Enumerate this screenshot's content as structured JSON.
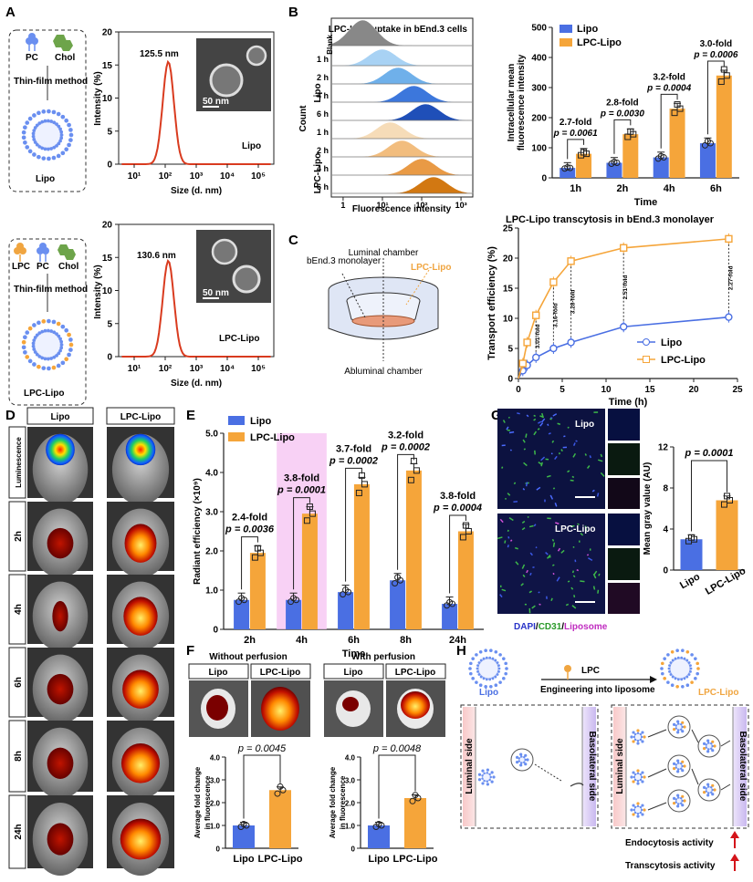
{
  "panels": {
    "A": "A",
    "B": "B",
    "C": "C",
    "D": "D",
    "E": "E",
    "F": "F",
    "G": "G",
    "H": "H"
  },
  "colors": {
    "lipo": "#4a6fe3",
    "lpc": "#f5a53a",
    "dls": "#d93b1f",
    "magenta": "#e58ce6"
  },
  "panel_a": {
    "top": {
      "components": [
        "PC",
        "Chol"
      ],
      "method": "Thin-film method",
      "label": "Lipo",
      "peak": "125.5 nm",
      "scale": "50 nm",
      "tag": "Lipo"
    },
    "bottom": {
      "components": [
        "LPC",
        "PC",
        "Chol"
      ],
      "method": "Thin-film method",
      "label": "LPC-Lipo",
      "peak": "130.6 nm",
      "scale": "50 nm",
      "tag": "LPC-Lipo"
    },
    "ylabel": "Intensity (%)",
    "xlabel": "Size (d. nm)",
    "yticks": [
      "0",
      "5",
      "10",
      "15",
      "20"
    ],
    "xticks": [
      "10¹",
      "10²",
      "10³",
      "10⁴",
      "10⁵"
    ]
  },
  "panel_b": {
    "title": "LPC-Lipo uptake in bEnd.3 cells",
    "ylabel": "Count",
    "xlabel": "Fluorescence intensity",
    "rows": [
      "Blank",
      "1 h",
      "2 h",
      "4 h",
      "6 h",
      "1 h",
      "2 h",
      "4 h",
      "6 h"
    ],
    "groups": [
      "Lipo",
      "LPC-Lipo"
    ],
    "xticks": [
      "1",
      "10¹",
      "10²",
      "10³"
    ]
  },
  "chart_data": [
    {
      "type": "bar",
      "title": "",
      "ylabel": "Intracellular mean fluorescence intensity",
      "xlabel": "Time",
      "categories": [
        "1h",
        "2h",
        "4h",
        "6h"
      ],
      "ylim": [
        0,
        500
      ],
      "yticks": [
        "0",
        "100",
        "200",
        "300",
        "400",
        "500"
      ],
      "series": [
        {
          "name": "Lipo",
          "values": [
            33,
            50,
            68,
            115
          ]
        },
        {
          "name": "LPC-Lipo",
          "values": [
            80,
            145,
            230,
            340
          ]
        }
      ],
      "annotations": [
        {
          "fold": "2.7-fold",
          "p": "p = 0.0061"
        },
        {
          "fold": "2.8-fold",
          "p": "p = 0.0030"
        },
        {
          "fold": "3.2-fold",
          "p": "p = 0.0004"
        },
        {
          "fold": "3.0-fold",
          "p": "p = 0.0006"
        }
      ]
    },
    {
      "type": "line",
      "title": "LPC-Lipo transcytosis in bEnd.3 monolayer",
      "ylabel": "Transport efficiency (%)",
      "xlabel": "Time (h)",
      "x": [
        0.5,
        1,
        2,
        4,
        6,
        12,
        24
      ],
      "xlim": [
        0,
        25
      ],
      "ylim": [
        0,
        25
      ],
      "xticks": [
        "0",
        "5",
        "10",
        "15",
        "20",
        "25"
      ],
      "yticks": [
        "0",
        "5",
        "10",
        "15",
        "20",
        "25"
      ],
      "series": [
        {
          "name": "Lipo",
          "values": [
            1.3,
            2.2,
            3.5,
            5.0,
            6.0,
            8.6,
            10.2
          ]
        },
        {
          "name": "LPC-Lipo",
          "values": [
            2.5,
            6.0,
            10.5,
            16.0,
            19.5,
            21.7,
            23.2
          ]
        }
      ],
      "fold_labels": [
        "3.01-fold",
        "3.16-fold",
        "3.28-fold",
        "2.51-fold",
        "2.27-fold"
      ]
    },
    {
      "type": "bar",
      "title": "",
      "ylabel": "Radiant efficiency (×10⁹)",
      "xlabel": "Time",
      "categories": [
        "2h",
        "4h",
        "6h",
        "8h",
        "24h"
      ],
      "ylim": [
        0,
        5
      ],
      "yticks": [
        "0",
        "1.0",
        "2.0",
        "3.0",
        "4.0",
        "5.0"
      ],
      "series": [
        {
          "name": "Lipo",
          "values": [
            0.75,
            0.75,
            0.95,
            1.25,
            0.65
          ]
        },
        {
          "name": "LPC-Lipo",
          "values": [
            1.95,
            2.95,
            3.7,
            4.05,
            2.5
          ]
        }
      ],
      "annotations": [
        {
          "fold": "2.4-fold",
          "p": "p = 0.0036"
        },
        {
          "fold": "3.8-fold",
          "p": "p = 0.0001"
        },
        {
          "fold": "3.7-fold",
          "p": "p = 0.0002"
        },
        {
          "fold": "3.2-fold",
          "p": "p = 0.0002"
        },
        {
          "fold": "3.8-fold",
          "p": "p = 0.0004"
        }
      ]
    },
    {
      "type": "bar",
      "title": "Without perfusion",
      "ylabel": "Average fold change in fluorescence",
      "xlabel": "",
      "categories": [
        "Lipo",
        "LPC-Lipo"
      ],
      "ylim": [
        0,
        4
      ],
      "yticks": [
        "0",
        "1.0",
        "2.0",
        "3.0",
        "4.0"
      ],
      "values": [
        1.0,
        2.55
      ],
      "p": "p = 0.0045"
    },
    {
      "type": "bar",
      "title": "With perfusion",
      "ylabel": "Average fold change in fluorescence",
      "xlabel": "",
      "categories": [
        "Lipo",
        "LPC-Lipo"
      ],
      "ylim": [
        0,
        4
      ],
      "yticks": [
        "0",
        "1.0",
        "2.0",
        "3.0",
        "4.0"
      ],
      "values": [
        1.0,
        2.2
      ],
      "p": "p = 0.0048"
    },
    {
      "type": "bar",
      "title": "",
      "ylabel": "Mean gray value (AU)",
      "xlabel": "",
      "categories": [
        "Lipo",
        "LPC-Lipo"
      ],
      "ylim": [
        0,
        12
      ],
      "yticks": [
        "0",
        "4",
        "8",
        "12"
      ],
      "values": [
        3.0,
        6.8
      ],
      "p": "p = 0.0001"
    }
  ],
  "panel_c": {
    "labels": [
      "Luminal chamber",
      "bEnd.3 monolayer",
      "LPC-Lipo",
      "Abluminal chamber"
    ]
  },
  "panel_d": {
    "cols": [
      "Lipo",
      "LPC-Lipo"
    ],
    "rows": [
      "Luminescence",
      "2h",
      "4h",
      "6h",
      "8h",
      "24h"
    ]
  },
  "panel_f": {
    "cols": [
      "Lipo",
      "LPC-Lipo"
    ]
  },
  "panel_g": {
    "labels": [
      "Lipo",
      "LPC-Lipo"
    ],
    "stain": [
      "DAPI",
      "/",
      "CD31",
      "/",
      "Liposome"
    ]
  },
  "panel_h": {
    "lipo": "Lipo",
    "lpc": "LPC",
    "engineering": "Engineering into liposome",
    "lpc_lipo": "LPC-Lipo",
    "luminal": "Luminal side",
    "basolateral": "Basolateral side",
    "endocytosis": "Endocytosis activity",
    "transcytosis": "Transcytosis activity"
  }
}
